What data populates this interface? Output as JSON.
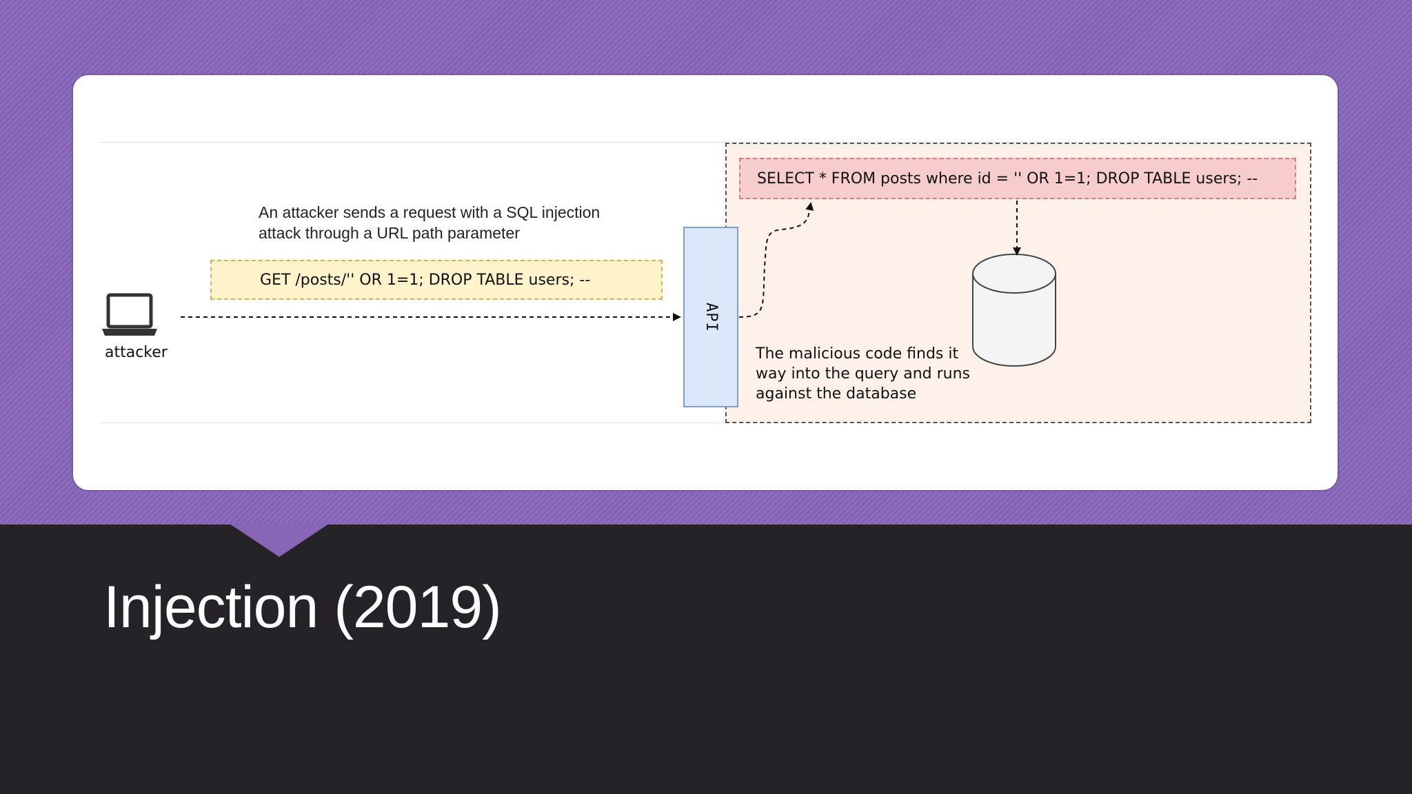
{
  "slide": {
    "title": "Injection (2019)"
  },
  "diagram": {
    "attack_description": "An attacker sends a request with a SQL injection attack through a URL path parameter",
    "request_text": "GET /posts/'' OR 1=1; DROP TABLE users; --",
    "api_label": "API",
    "attacker_label": "attacker",
    "sql_query": "SELECT * FROM posts where id = '' OR 1=1; DROP TABLE users; --",
    "malicious_description": "The malicious code finds it way into the query and runs against the database",
    "icons": [
      "laptop-icon",
      "database-icon"
    ],
    "colors": {
      "request_box": "#fff3cc",
      "sql_box": "#f6cccc",
      "api_box": "#dbe8fa",
      "db_zone": "#fdf1e9"
    }
  }
}
